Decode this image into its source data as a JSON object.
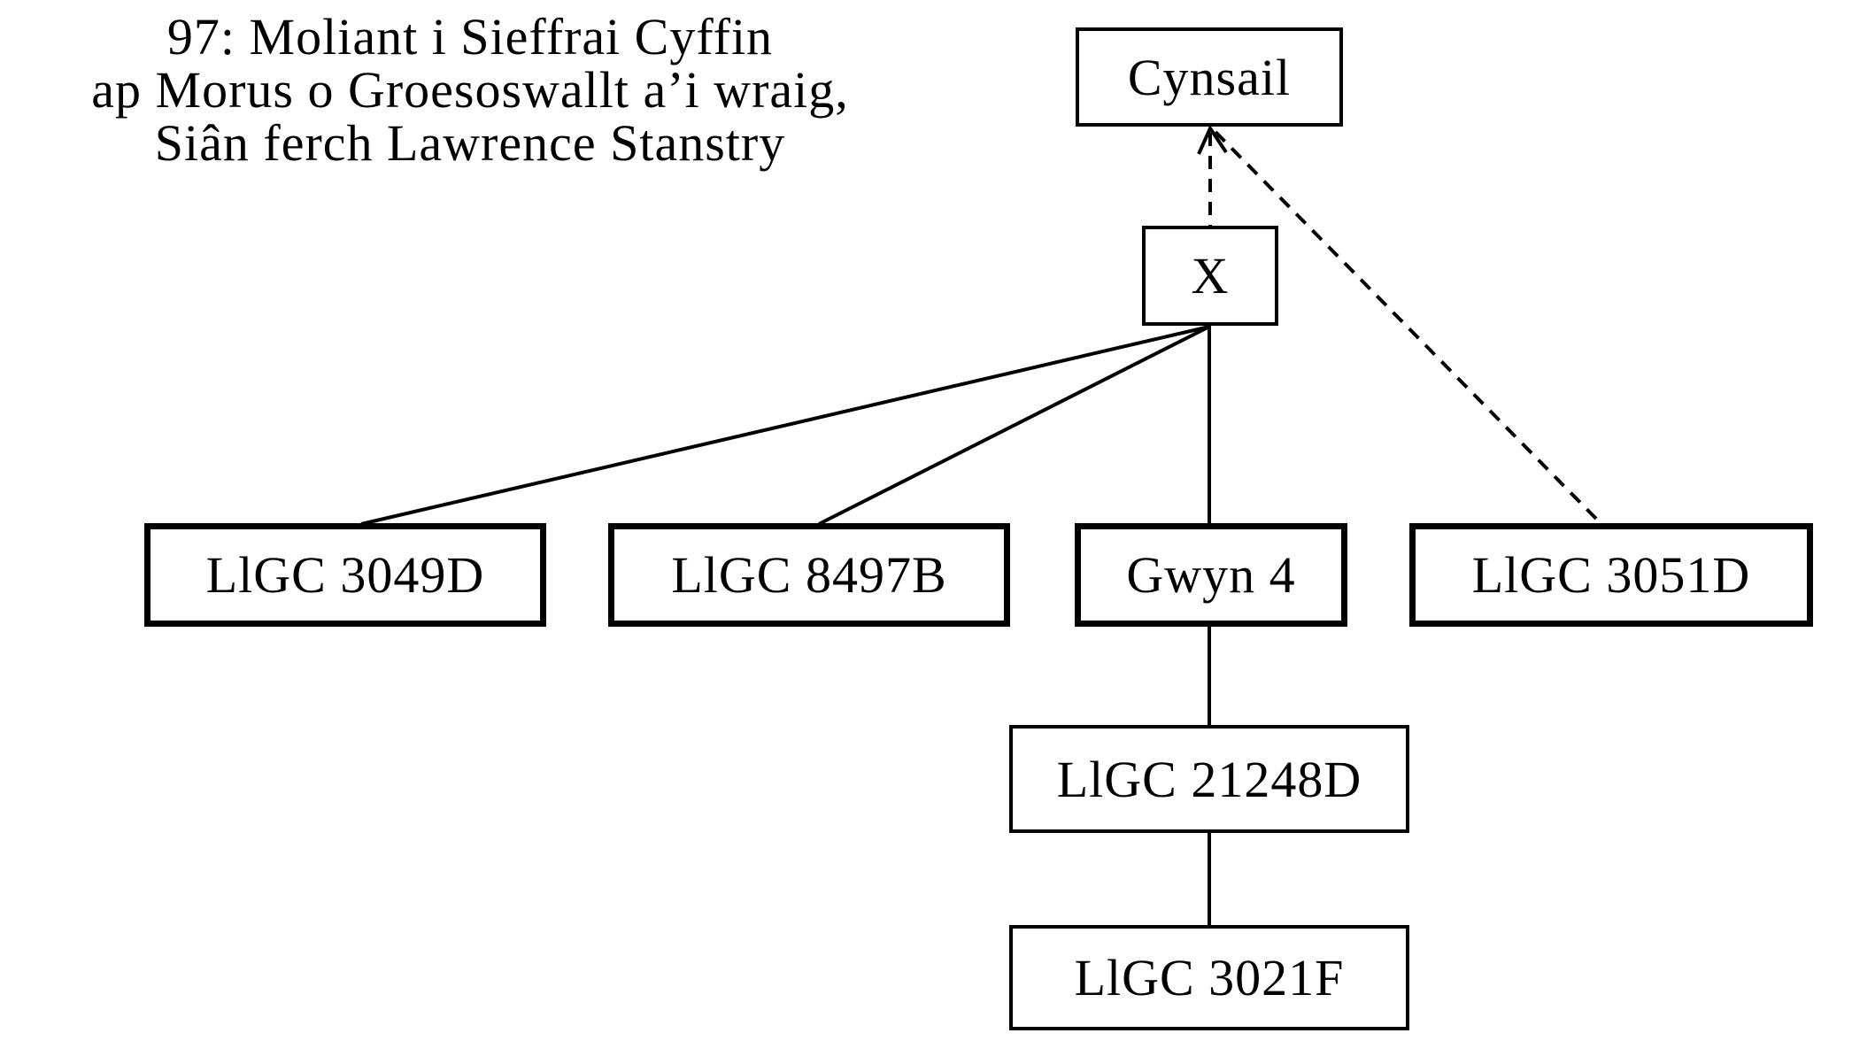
{
  "diagram": {
    "title": {
      "lines": [
        "97: Moliant i Sieffrai Cyffin",
        "ap Morus o Groesoswallt a’i wraig,",
        "Siân ferch Lawrence Stanstry"
      ]
    },
    "nodes": [
      {
        "id": "cynsail",
        "label": "Cynsail",
        "border": "thin"
      },
      {
        "id": "x",
        "label": "X",
        "border": "thin"
      },
      {
        "id": "llgc-3049d",
        "label": "LlGC 3049D",
        "border": "thick"
      },
      {
        "id": "llgc-8497b",
        "label": "LlGC 8497B",
        "border": "thick"
      },
      {
        "id": "gwyn-4",
        "label": "Gwyn 4",
        "border": "thick"
      },
      {
        "id": "llgc-3051d",
        "label": "LlGC 3051D",
        "border": "thick"
      },
      {
        "id": "llgc-21248d",
        "label": "LlGC 21248D",
        "border": "thin"
      },
      {
        "id": "llgc-3021f",
        "label": "LlGC 3021F",
        "border": "thin"
      }
    ],
    "edges": [
      {
        "from": "X",
        "to": "Cynsail",
        "style": "dashed",
        "arrowhead": "up-at-cynsail"
      },
      {
        "from": "LlGC 3051D",
        "to": "Cynsail",
        "style": "dashed",
        "arrowhead": "none"
      },
      {
        "from": "X",
        "to": "LlGC 3049D",
        "style": "solid"
      },
      {
        "from": "X",
        "to": "LlGC 8497B",
        "style": "solid"
      },
      {
        "from": "X",
        "to": "Gwyn 4",
        "style": "solid"
      },
      {
        "from": "Gwyn 4",
        "to": "LlGC 21248D",
        "style": "solid"
      },
      {
        "from": "LlGC 21248D",
        "to": "LlGC 3021F",
        "style": "solid"
      }
    ],
    "colors": {
      "ink": "#000000",
      "background": "#ffffff"
    }
  }
}
